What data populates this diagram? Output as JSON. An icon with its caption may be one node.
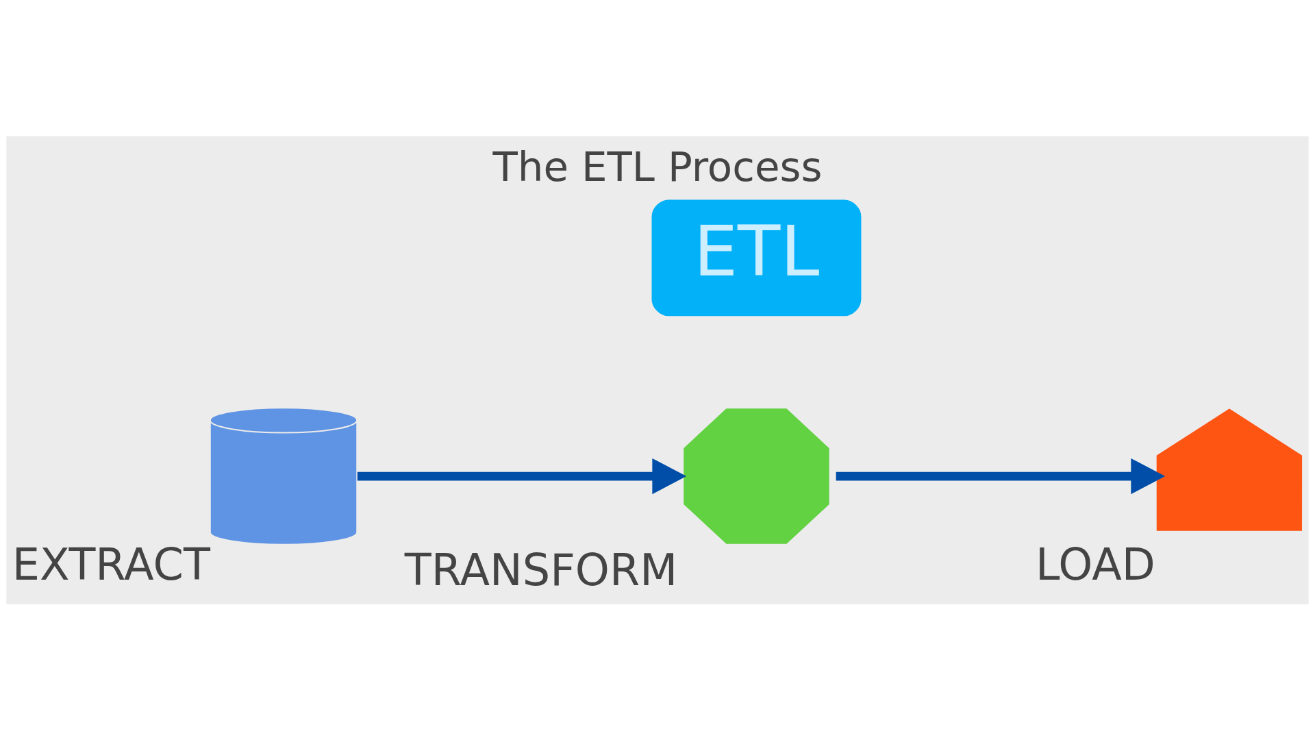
{
  "diagram": {
    "title": "The ETL Process",
    "nodes": [
      {
        "text": [],
        "shape": "cylinder",
        "beside": [
          "EXTRACT"
        ]
      },
      {
        "text": [
          "ETL"
        ]
      },
      {
        "text": [],
        "shape": "gear",
        "beside": [
          "TRANSFORM"
        ]
      },
      {
        "text": [],
        "shape": "house",
        "beside": [
          "LOAD"
        ]
      }
    ],
    "edges": [
      {
        "from": 0,
        "to": 2,
        "arrow": "to"
      },
      {
        "from": 2,
        "to": 3,
        "arrow": "to"
      }
    ]
  }
}
